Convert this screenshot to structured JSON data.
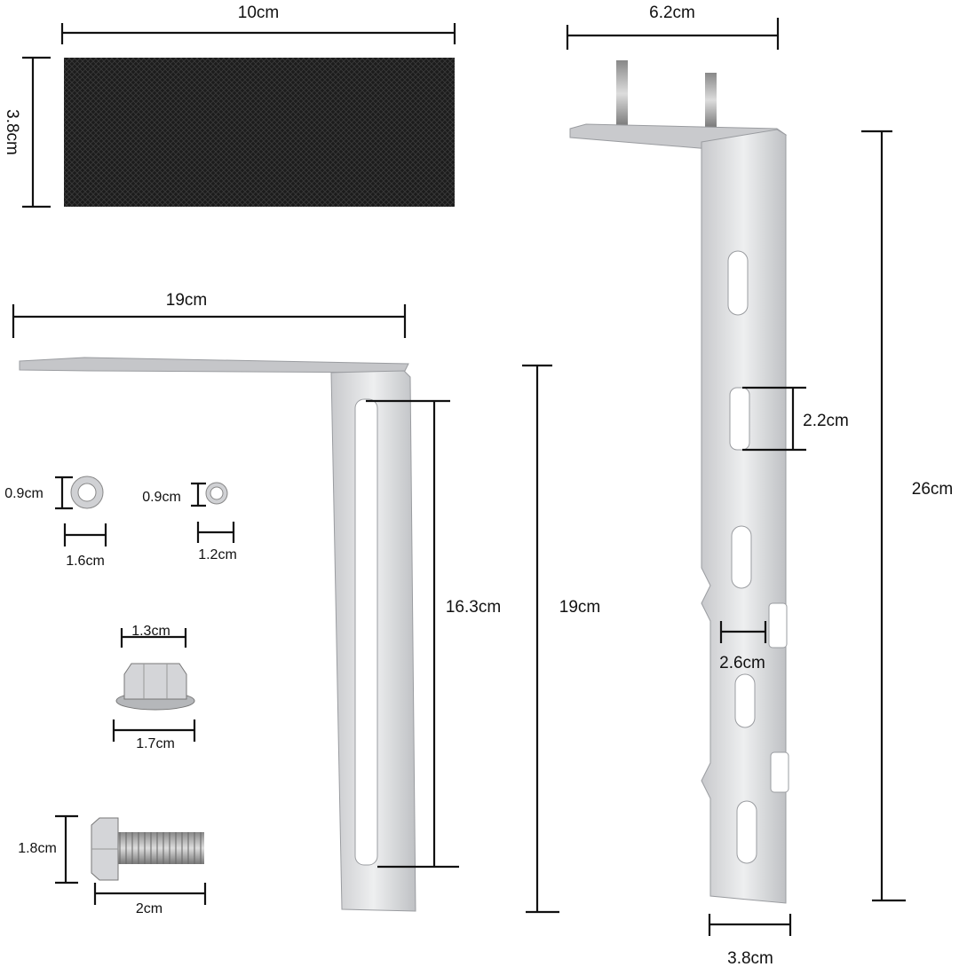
{
  "labels": {
    "pad_width": "10cm",
    "pad_height": "3.8cm",
    "long_bracket_top_width": "6.2cm",
    "slot_height": "2.2cm",
    "long_bracket_height": "26cm",
    "tab_width": "2.6cm",
    "long_bracket_strip_width": "3.8cm",
    "l_bracket_width": "19cm",
    "l_bracket_slot_length": "16.3cm",
    "l_bracket_height": "19cm",
    "large_washer_thickness": "0.9cm",
    "large_washer_diameter": "1.6cm",
    "small_washer_thickness": "0.9cm",
    "small_washer_diameter": "1.2cm",
    "nut_top_width": "1.3cm",
    "nut_flange_width": "1.7cm",
    "bolt_head_height": "1.8cm",
    "bolt_length": "2cm"
  },
  "colors": {
    "metal": "#d9dadc",
    "metal_edge": "#9a9ca0",
    "pad": "#1a1a1a"
  }
}
